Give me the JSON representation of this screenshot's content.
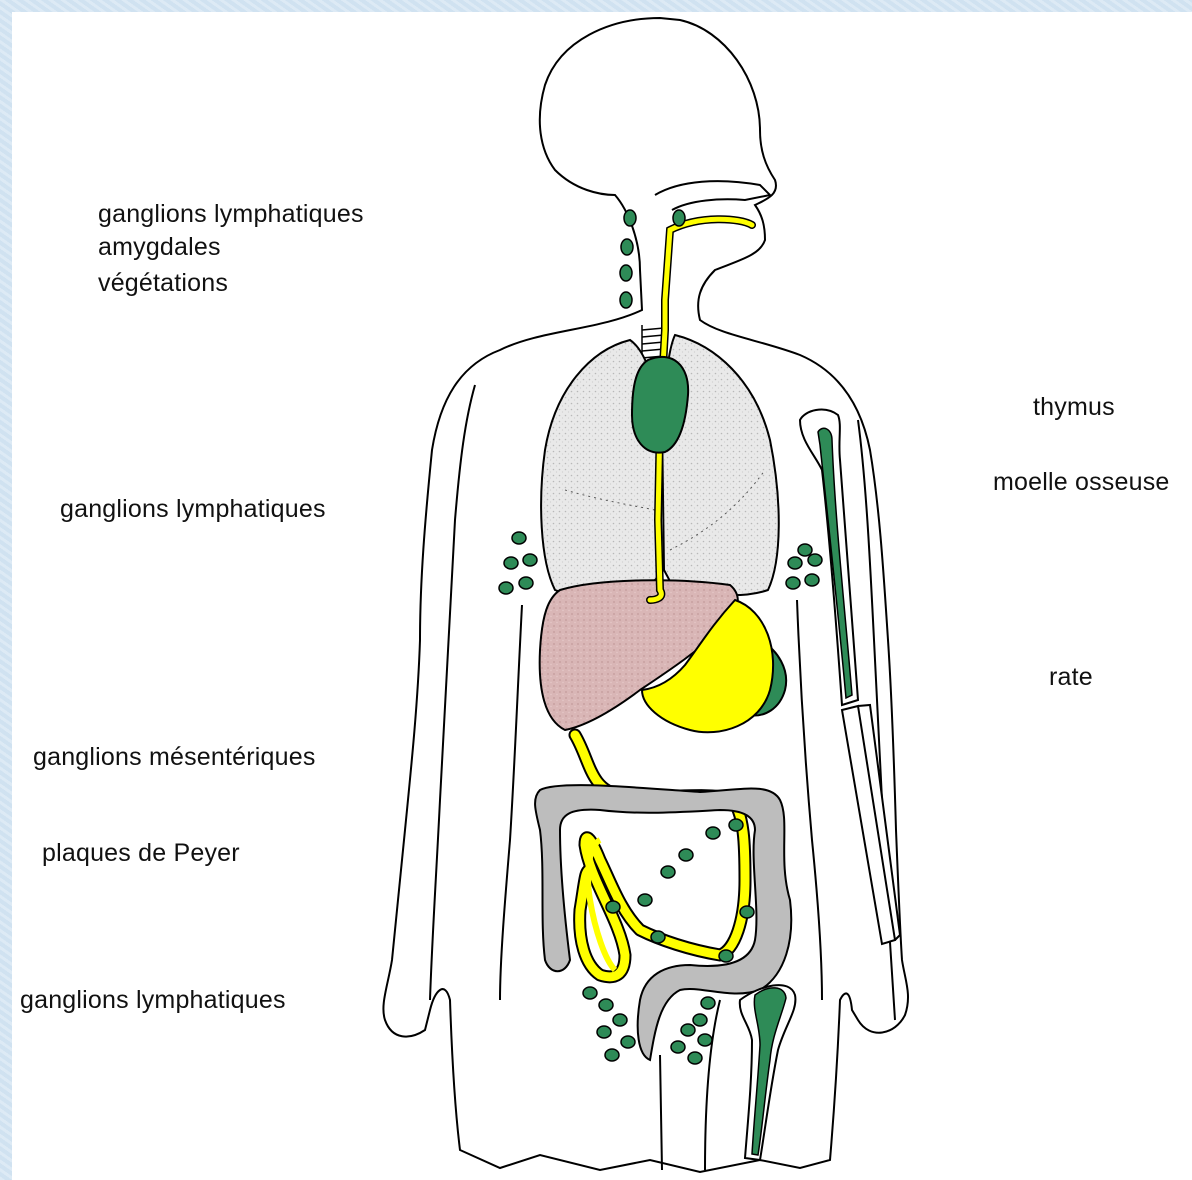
{
  "labels": {
    "left": [
      "ganglions lymphatiques",
      "amygdales",
      "végétations",
      "ganglions lymphatiques",
      "ganglions mésentériques",
      "plaques de Peyer",
      "ganglions lymphatiques"
    ],
    "right": [
      "thymus",
      "moelle osseuse",
      "rate"
    ]
  },
  "colors": {
    "background": "#d6e6f3",
    "lymphoid_green": "#2e8b57",
    "lymph_vessel_yellow": "#ffff00",
    "lung_gray": "#e6e6e6",
    "liver_pink": "#d8b4b4",
    "intestine_gray": "#bdbdbd",
    "outline": "#000000"
  }
}
